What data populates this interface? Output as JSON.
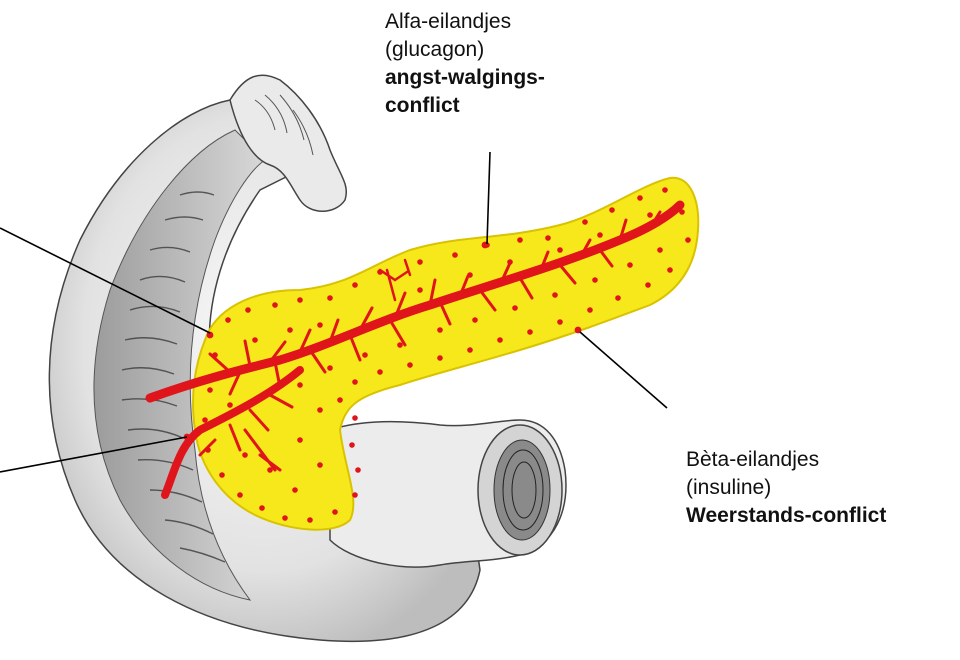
{
  "labels": {
    "alpha": {
      "line1": "Alfa-eilandjes",
      "line2": "(glucagon)",
      "bold1": "angst-walgings-",
      "bold2": "conflict"
    },
    "beta": {
      "line1": "Bèta-eilandjes",
      "line2": "(insuline)",
      "bold": "Weerstands-conflict"
    }
  },
  "colors": {
    "pancreas_fill": "#f7e81c",
    "pancreas_edge": "#d9c200",
    "islet_dots": "#e0141b",
    "pancreatic_duct": "#e0141b",
    "intestine_fill": "#f1f1f1",
    "intestine_lines": "#555555",
    "leader_lines": "#000000"
  }
}
